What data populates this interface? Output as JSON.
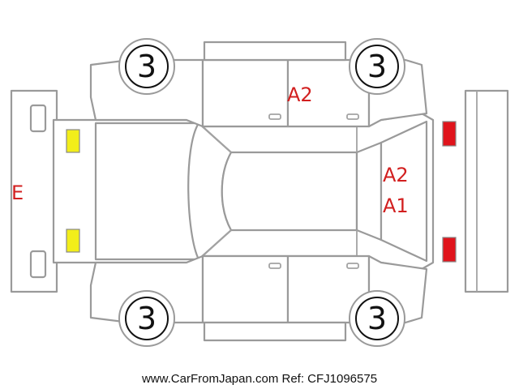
{
  "colors": {
    "damage_code": "#d21f1f",
    "front_light": "#f2ee1a",
    "rear_light": "#e0141c",
    "outline": "#9a9a9a"
  },
  "tires": [
    {
      "position": "front-left",
      "label": "3"
    },
    {
      "position": "rear-left",
      "label": "3"
    },
    {
      "position": "front-right",
      "label": "3"
    },
    {
      "position": "rear-right",
      "label": "3"
    }
  ],
  "damage_codes": {
    "front_bumper": "E",
    "left_door": "A2",
    "rear_hatch_top": "A2",
    "rear_hatch_bottom": "A1"
  },
  "footer": "www.CarFromJapan.com Ref: CFJ1096575"
}
